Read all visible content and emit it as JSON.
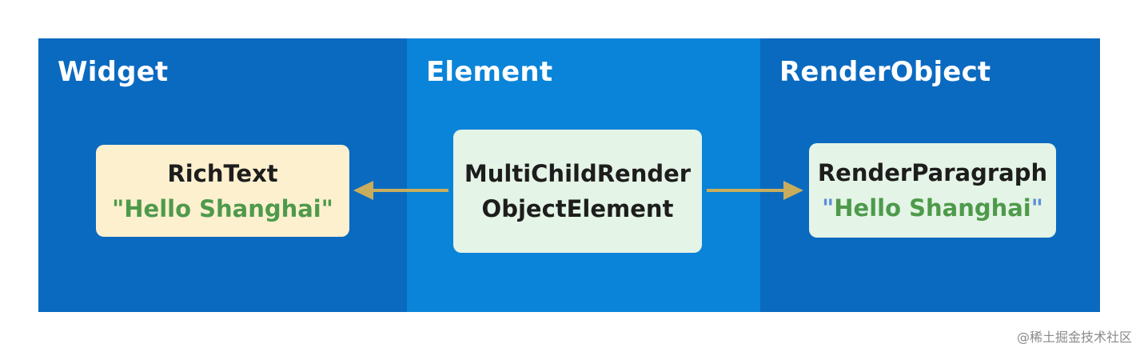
{
  "columns": {
    "widget": {
      "title": "Widget"
    },
    "element": {
      "title": "Element"
    },
    "render": {
      "title": "RenderObject"
    }
  },
  "nodes": {
    "richtext": {
      "name": "RichText",
      "value": "\"Hello Shanghai\""
    },
    "element": {
      "line1": "MultiChildRender",
      "line2": "ObjectElement"
    },
    "renderobject": {
      "name": "RenderParagraph",
      "quote_open": "\"",
      "text": "Hello Shanghai",
      "quote_close": "\""
    }
  },
  "colors": {
    "widget_bg": "#0a6ac0",
    "element_bg": "#0a84d8",
    "renderobject_bg": "#0a6ac0",
    "widget_box": "#fdf0cf",
    "element_box": "#e4f4e6",
    "arrow": "#c8ad5c",
    "string_text": "#4e9a4b",
    "quote_blue": "#5b8fd6"
  },
  "watermark": "@稀土掘金技术社区"
}
